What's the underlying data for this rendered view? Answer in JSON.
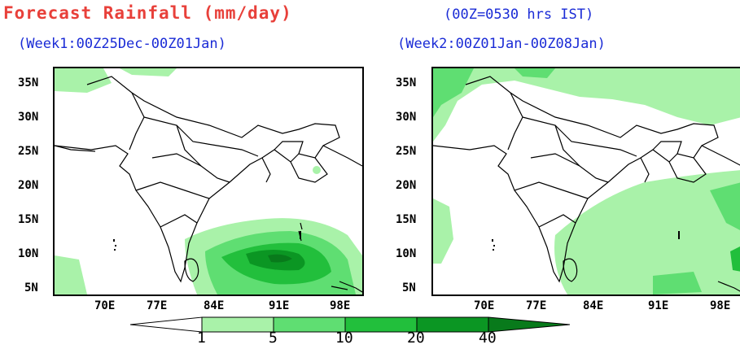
{
  "header": {
    "title": "Forecast Rainfall (mm/day)",
    "time_note": "(00Z=0530 hrs IST)"
  },
  "panels": [
    {
      "subtitle": "(Week1:00Z25Dec-00Z01Jan)",
      "lat_labels": [
        "35N",
        "30N",
        "25N",
        "20N",
        "15N",
        "10N",
        "5N"
      ],
      "lon_labels": [
        "70E",
        "77E",
        "84E",
        "91E",
        "98E"
      ]
    },
    {
      "subtitle": "(Week2:00Z01Jan-00Z08Jan)",
      "lat_labels": [
        "35N",
        "30N",
        "25N",
        "20N",
        "15N",
        "10N",
        "5N"
      ],
      "lon_labels": [
        "70E",
        "77E",
        "84E",
        "91E",
        "98E"
      ]
    }
  ],
  "legend": {
    "levels": [
      "1",
      "5",
      "10",
      "20",
      "40"
    ],
    "colors": [
      "#ffffff",
      "#a9f2a9",
      "#5fde72",
      "#22bf3c",
      "#0b9623",
      "#087a1b"
    ]
  }
}
